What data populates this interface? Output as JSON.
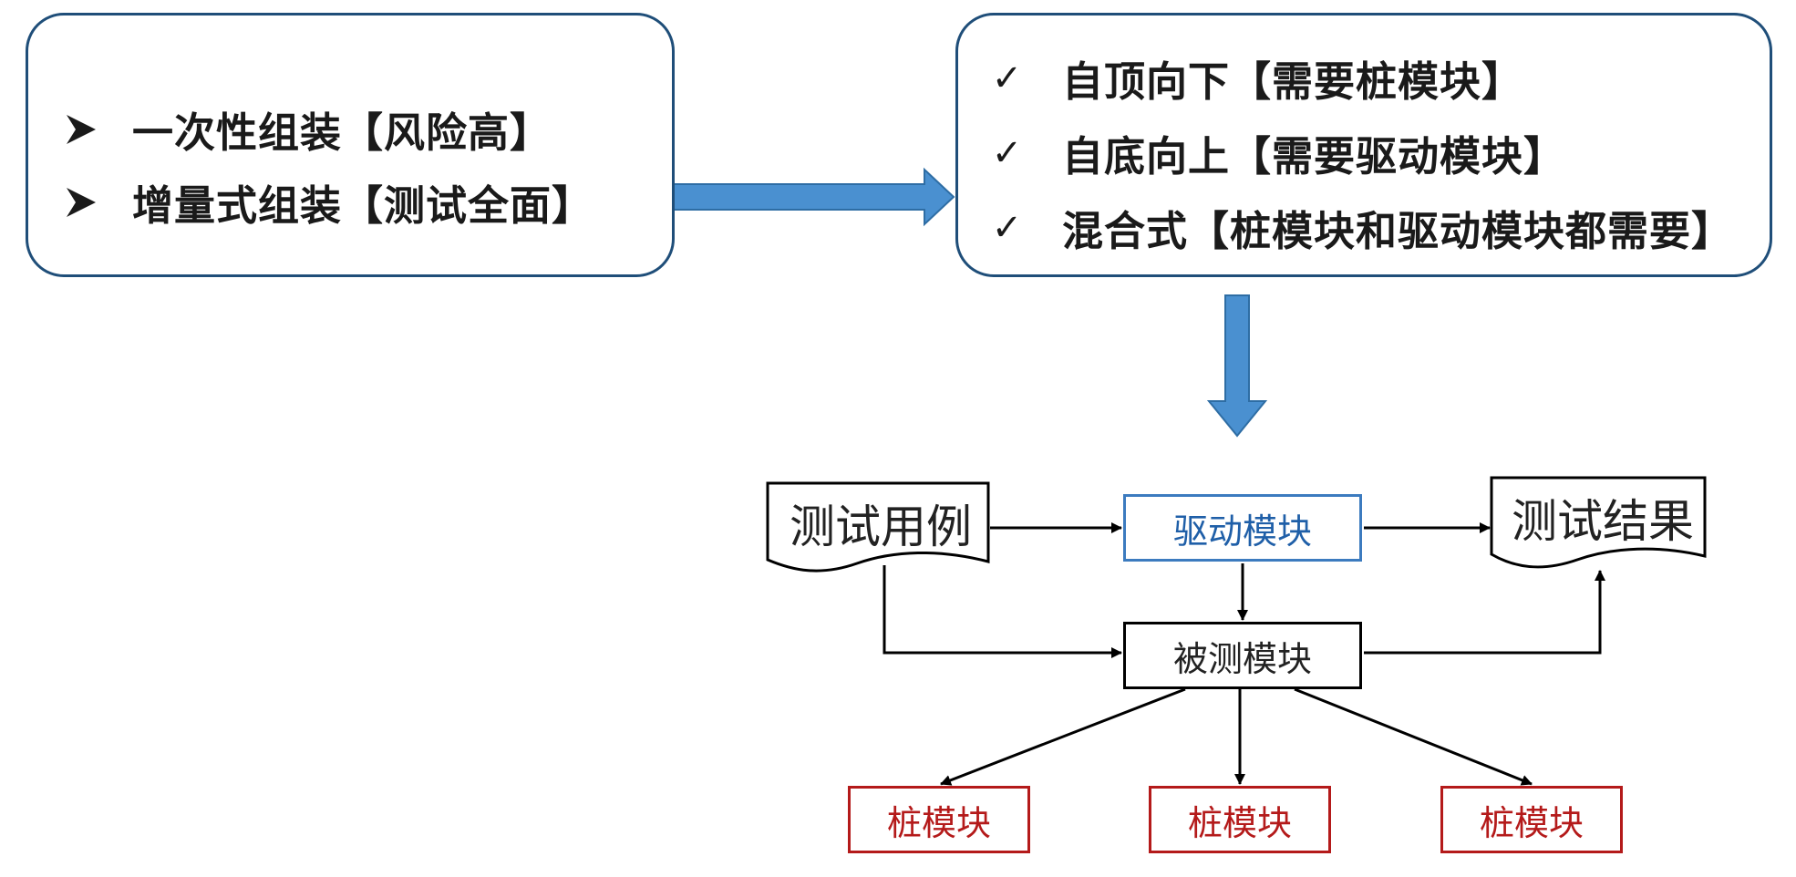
{
  "left_panel": {
    "items": [
      {
        "icon": "arrowhead-bullet-icon",
        "text": "一次性组装【风险高】"
      },
      {
        "icon": "arrowhead-bullet-icon",
        "text": "增量式组装【测试全面】"
      }
    ]
  },
  "right_panel": {
    "items": [
      {
        "icon": "checkmark-icon",
        "mark": "✓",
        "text": "自顶向下【需要桩模块】"
      },
      {
        "icon": "checkmark-icon",
        "mark": "✓",
        "text": "自底向上【需要驱动模块】"
      },
      {
        "icon": "checkmark-icon",
        "mark": "✓",
        "text": "混合式【桩模块和驱动模块都需要】"
      }
    ]
  },
  "flow": {
    "test_cases": "测试用例",
    "test_results": "测试结果",
    "driver_module": "驱动模块",
    "module_under_test": "被测模块",
    "stubs": [
      "桩模块",
      "桩模块",
      "桩模块"
    ]
  },
  "colors": {
    "panel_border": "#1f4e79",
    "big_arrow_fill": "#4a90d0",
    "big_arrow_stroke": "#2e6da4",
    "driver_border": "#3c7bbf",
    "driver_text": "#1f5fa8",
    "stub_color": "#b41a1a"
  }
}
